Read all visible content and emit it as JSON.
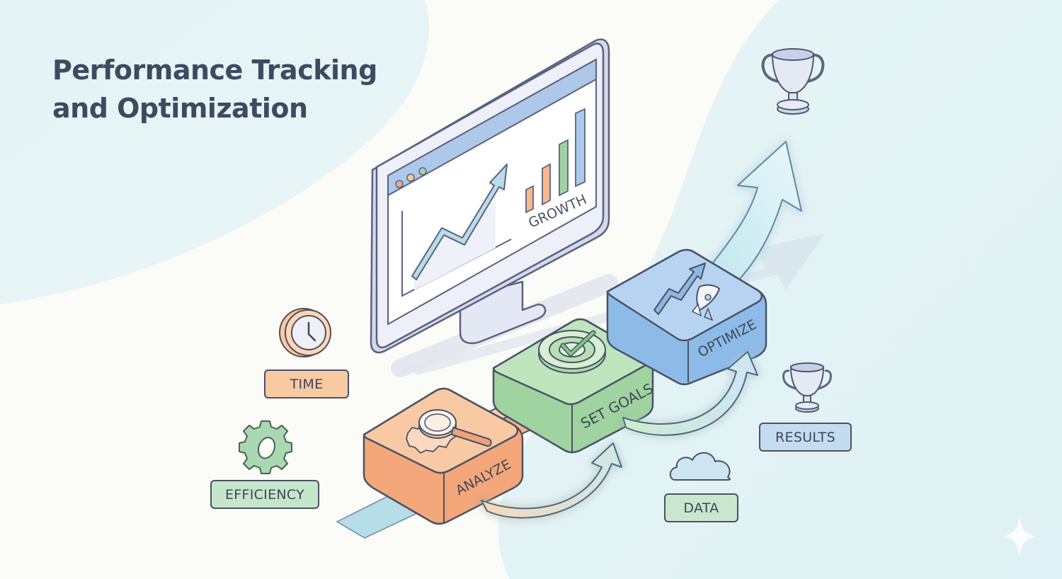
{
  "title": {
    "line1": "Performance Tracking",
    "line2": "and Optimization"
  },
  "monitor": {
    "window_dots": [
      "#f0a59a",
      "#f7c79e",
      "#a8d5a8"
    ],
    "chart_label": "GROWTH",
    "bar_colors": [
      "#f8b98e",
      "#f8b98e",
      "#9fd3a2",
      "#a9cbe8"
    ],
    "icons": [
      "trend-arrow-icon",
      "bar-chart-icon"
    ]
  },
  "process_steps": [
    {
      "label": "ANALYZE",
      "color": "#f6b48a",
      "icon": "magnifier-gear-icon"
    },
    {
      "label": "SET GOALS",
      "color": "#a8d9a6",
      "icon": "target-check-icon"
    },
    {
      "label": "OPTIMIZE",
      "color": "#9fc6ea",
      "icon": "rocket-trend-icon"
    }
  ],
  "side_labels": {
    "time": "TIME",
    "efficiency": "EFFICIENCY",
    "data": "DATA",
    "results": "RESULTS"
  },
  "side_icons": {
    "time": "clock-icon",
    "efficiency": "gear-icon",
    "data": "cloud-icon",
    "results": "trophy-icon",
    "top": "trophy-icon"
  },
  "colors": {
    "background": "#fbfbf7",
    "accent_blob": "#e4f4f6",
    "outline": "#4a5266",
    "title": "#3c4a62"
  }
}
